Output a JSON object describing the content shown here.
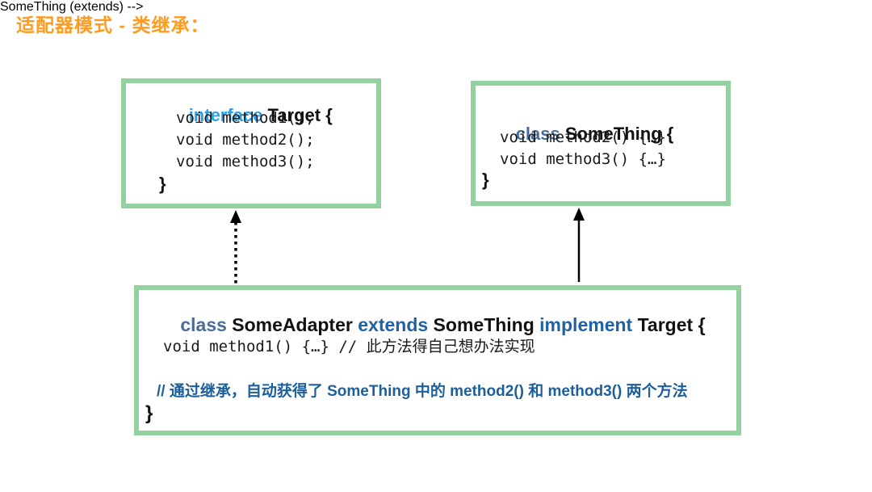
{
  "title": "适配器模式 - 类继承：",
  "colors": {
    "title_orange": "#FF9B1E",
    "box_border_green": "#93D1A1",
    "interface_keyword_blue": "#2AA0E8",
    "class_keyword_slate": "#4A6D9B",
    "extends_keyword_blue": "#1E62A4",
    "comment_blue": "#1D5F9B",
    "code_text": "#1A1A1A",
    "arrow_black": "#000000"
  },
  "target_box": {
    "keyword": "interface",
    "title_rest": " Target {",
    "lines": {
      "0": "void method1();",
      "1": "void method2();",
      "2": "void method3();"
    },
    "closing_brace": "}"
  },
  "something_box": {
    "keyword": "class",
    "title_rest": " SomeThing {",
    "lines": {
      "0": "void method2() {…}",
      "1": "void method3() {…}"
    },
    "closing_brace": "}"
  },
  "adapter_box": {
    "header_tokens": {
      "0": {
        "text": "class"
      },
      "1": {
        "text": " SomeAdapter "
      },
      "2": {
        "text": "extends"
      },
      "3": {
        "text": " SomeThing "
      },
      "4": {
        "text": "implement"
      },
      "5": {
        "text": " Target {"
      }
    },
    "code_line": "void method1() {…} // 此方法得自己想办法实现",
    "comment_line": "// 通过继承，自动获得了 SomeThing 中的 method2() 和 method3() 两个方法",
    "closing_brace": "}"
  }
}
